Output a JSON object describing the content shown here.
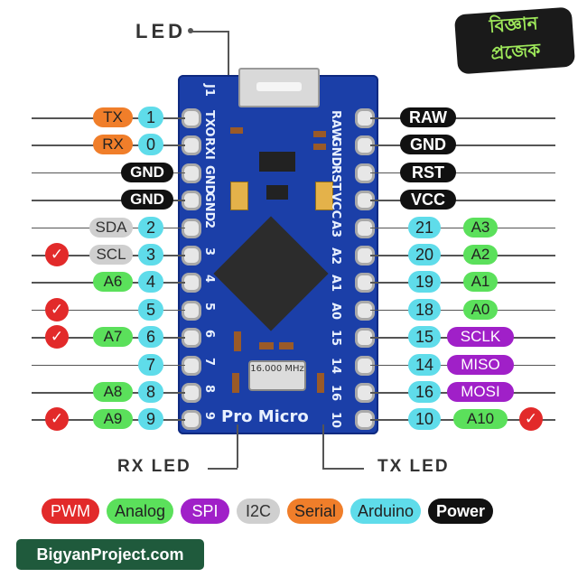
{
  "labels": {
    "led": "LED",
    "rx_led": "RX  LED",
    "tx_led": "TX  LED",
    "brand_line1": "বিজ্ঞান",
    "brand_line2": "প্রজেক",
    "footer": "BigyanProject.com"
  },
  "board": {
    "silk_left": [
      "J1",
      "TXO",
      "RXI",
      "GND",
      "GND",
      "2",
      "3",
      "4",
      "5",
      "6",
      "7",
      "8",
      "9"
    ],
    "silk_right": [
      "RAW",
      "GND",
      "RST",
      "VCC",
      "A3",
      "A2",
      "A1",
      "A0",
      "15",
      "14",
      "16",
      "10"
    ],
    "name": "Pro Micro",
    "crystal": "16.000 MHz"
  },
  "left_pins": [
    {
      "num": "1",
      "labels": [
        {
          "text": "TX",
          "kind": "serial"
        }
      ],
      "check": false
    },
    {
      "num": "0",
      "labels": [
        {
          "text": "RX",
          "kind": "serial"
        }
      ],
      "check": false
    },
    {
      "num": "",
      "labels": [
        {
          "text": "GND",
          "kind": "power"
        }
      ],
      "check": false
    },
    {
      "num": "",
      "labels": [
        {
          "text": "GND",
          "kind": "power"
        }
      ],
      "check": false
    },
    {
      "num": "2",
      "labels": [
        {
          "text": "SDA",
          "kind": "i2c"
        }
      ],
      "check": false
    },
    {
      "num": "3",
      "labels": [
        {
          "text": "SCL",
          "kind": "i2c"
        }
      ],
      "check": true
    },
    {
      "num": "4",
      "labels": [
        {
          "text": "A6",
          "kind": "analog"
        }
      ],
      "check": false
    },
    {
      "num": "5",
      "labels": [],
      "check": true
    },
    {
      "num": "6",
      "labels": [
        {
          "text": "A7",
          "kind": "analog"
        }
      ],
      "check": true
    },
    {
      "num": "7",
      "labels": [],
      "check": false
    },
    {
      "num": "8",
      "labels": [
        {
          "text": "A8",
          "kind": "analog"
        }
      ],
      "check": false
    },
    {
      "num": "9",
      "labels": [
        {
          "text": "A9",
          "kind": "analog"
        }
      ],
      "check": true
    }
  ],
  "right_pins": [
    {
      "num": "",
      "labels": [
        {
          "text": "RAW",
          "kind": "power"
        }
      ],
      "check": false
    },
    {
      "num": "",
      "labels": [
        {
          "text": "GND",
          "kind": "power"
        }
      ],
      "check": false
    },
    {
      "num": "",
      "labels": [
        {
          "text": "RST",
          "kind": "power"
        }
      ],
      "check": false
    },
    {
      "num": "",
      "labels": [
        {
          "text": "VCC",
          "kind": "power"
        }
      ],
      "check": false
    },
    {
      "num": "21",
      "labels": [
        {
          "text": "A3",
          "kind": "analog"
        }
      ],
      "check": false
    },
    {
      "num": "20",
      "labels": [
        {
          "text": "A2",
          "kind": "analog"
        }
      ],
      "check": false
    },
    {
      "num": "19",
      "labels": [
        {
          "text": "A1",
          "kind": "analog"
        }
      ],
      "check": false
    },
    {
      "num": "18",
      "labels": [
        {
          "text": "A0",
          "kind": "analog"
        }
      ],
      "check": false
    },
    {
      "num": "15",
      "labels": [
        {
          "text": "SCLK",
          "kind": "spi"
        }
      ],
      "check": false
    },
    {
      "num": "14",
      "labels": [
        {
          "text": "MISO",
          "kind": "spi"
        }
      ],
      "check": false
    },
    {
      "num": "16",
      "labels": [
        {
          "text": "MOSI",
          "kind": "spi"
        }
      ],
      "check": false
    },
    {
      "num": "10",
      "labels": [
        {
          "text": "A10",
          "kind": "analog"
        }
      ],
      "check": true
    }
  ],
  "legend": [
    {
      "text": "PWM",
      "kind": "pwm"
    },
    {
      "text": "Analog",
      "kind": "analog"
    },
    {
      "text": "SPI",
      "kind": "spi"
    },
    {
      "text": "I2C",
      "kind": "i2c"
    },
    {
      "text": "Serial",
      "kind": "serial"
    },
    {
      "text": "Arduino",
      "kind": "arduino"
    },
    {
      "text": "Power",
      "kind": "power"
    }
  ],
  "colors": {
    "serial": "#f07e2a",
    "power": "#111111",
    "i2c": "#cfcfcf",
    "analog": "#5be05b",
    "spi": "#a020c8",
    "pwm": "#e22a2a",
    "arduino": "#5fdcea",
    "board": "#1b3fa8"
  },
  "check_glyph": "✓"
}
